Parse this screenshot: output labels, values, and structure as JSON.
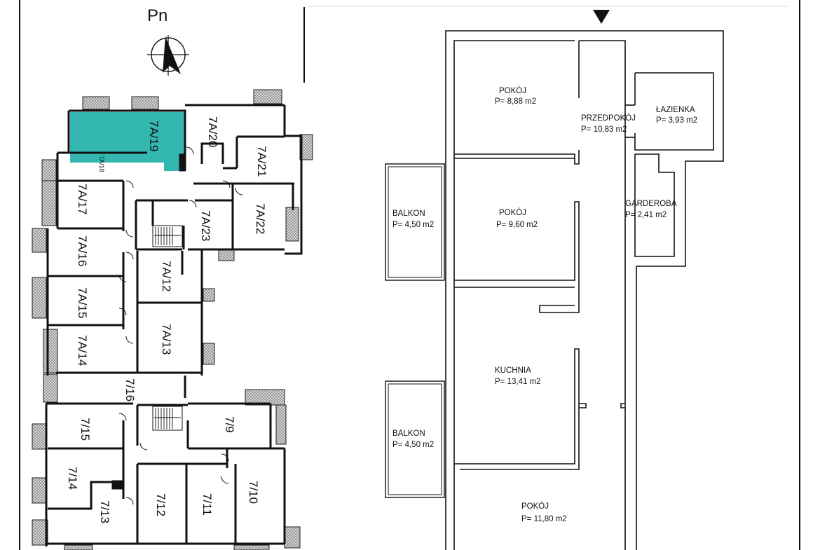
{
  "colors": {
    "highlight": "#33B7B0",
    "line": "#111111",
    "background": "#FFFFFF"
  },
  "compass": {
    "label": "Pn",
    "icon": "north-arrow-icon"
  },
  "entrance_marker": {
    "icon": "entrance-triangle-icon"
  },
  "building": {
    "selected_unit": "7A/19",
    "units": [
      {
        "id": "unit-7a-19",
        "label": "7A/19",
        "highlighted": true
      },
      {
        "id": "unit-7a-20",
        "label": "7A/20"
      },
      {
        "id": "unit-7a-21",
        "label": "7A/21"
      },
      {
        "id": "unit-7a-18",
        "label": "7A/18"
      },
      {
        "id": "unit-7a-17",
        "label": "7A/17"
      },
      {
        "id": "unit-7a-23",
        "label": "7A/23"
      },
      {
        "id": "unit-7a-22",
        "label": "7A/22"
      },
      {
        "id": "unit-7a-16",
        "label": "7A/16"
      },
      {
        "id": "unit-7a-12",
        "label": "7A/12"
      },
      {
        "id": "unit-7a-15",
        "label": "7A/15"
      },
      {
        "id": "unit-7a-14",
        "label": "7A/14"
      },
      {
        "id": "unit-7a-13",
        "label": "7A/13"
      },
      {
        "id": "unit-7-16",
        "label": "7/16"
      },
      {
        "id": "unit-7-15",
        "label": "7/15"
      },
      {
        "id": "unit-7-9",
        "label": "7/9"
      },
      {
        "id": "unit-7-14",
        "label": "7/14"
      },
      {
        "id": "unit-7-13",
        "label": "7/13"
      },
      {
        "id": "unit-7-12",
        "label": "7/12"
      },
      {
        "id": "unit-7-11",
        "label": "7/11"
      },
      {
        "id": "unit-7-10",
        "label": "7/10"
      }
    ]
  },
  "apartment": {
    "rooms": [
      {
        "id": "room-pokoj-1",
        "name": "POKÓJ",
        "area": "P= 8,88 m2"
      },
      {
        "id": "room-przedpokoj",
        "name": "PRZEDPOKÓJ",
        "area": "P= 10,83 m2"
      },
      {
        "id": "room-lazienka",
        "name": "ŁAZIENKA",
        "area": "P= 3,93 m2"
      },
      {
        "id": "room-garderoba",
        "name": "GARDEROBA",
        "area": "P= 2,41 m2"
      },
      {
        "id": "room-balkon-1",
        "name": "BALKON",
        "area": "P= 4,50 m2"
      },
      {
        "id": "room-pokoj-2",
        "name": "POKÓJ",
        "area": "P= 9,60 m2"
      },
      {
        "id": "room-kuchnia",
        "name": "KUCHNIA",
        "area": "P= 13,41 m2"
      },
      {
        "id": "room-balkon-2",
        "name": "BALKON",
        "area": "P= 4,50 m2"
      },
      {
        "id": "room-pokoj-3",
        "name": "POKÓJ",
        "area": "P= 11,80 m2"
      }
    ]
  }
}
